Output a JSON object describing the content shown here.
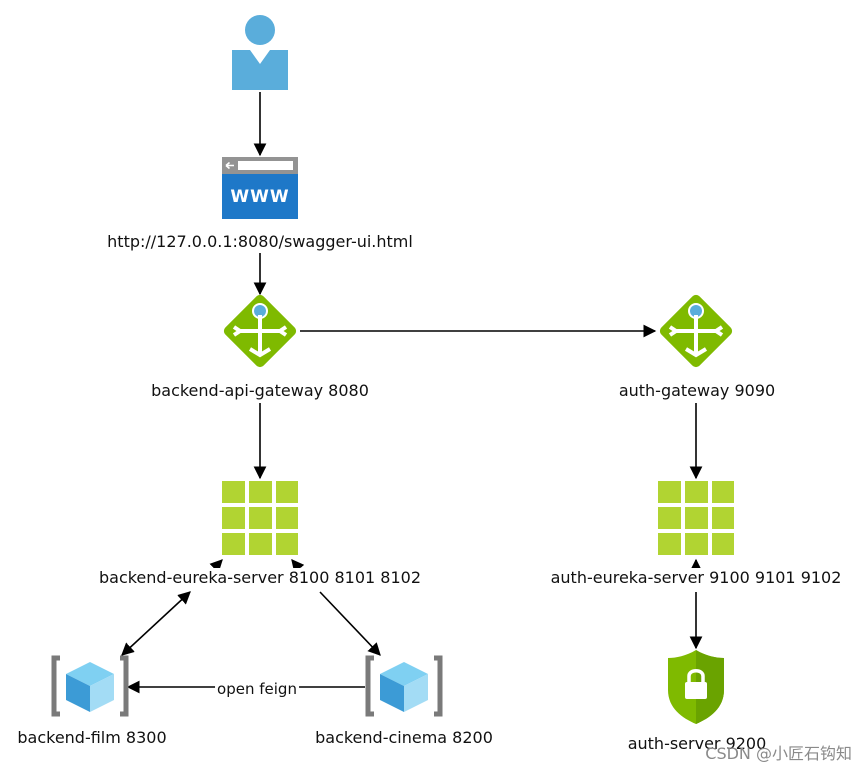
{
  "nodes": {
    "browser_url": "http://127.0.0.1:8080/swagger-ui.html",
    "browser_icon_text": "WWW",
    "backend_gateway": "backend-api-gateway 8080",
    "auth_gateway": "auth-gateway 9090",
    "backend_eureka": "backend-eureka-server 8100  8101  8102",
    "auth_eureka": "auth-eureka-server 9100  9101  9102",
    "backend_film": "backend-film 8300",
    "backend_cinema": "backend-cinema 8200",
    "auth_server": "auth-server 9200"
  },
  "edges": {
    "feign_label": "open feign"
  },
  "watermark": "CSDN @小匠石钩知",
  "icons": {
    "user": "user-icon",
    "browser": "browser-www-icon",
    "gateway": "api-gateway-icon",
    "registry": "grid-registry-icon",
    "service": "service-cube-icon",
    "auth": "shield-lock-icon"
  },
  "colors": {
    "user_blue": "#5aaddb",
    "browser_blue": "#1e78c8",
    "gateway_green": "#7fba00",
    "grid_green": "#b1d432",
    "cube_blue": "#55b4e6",
    "bracket_gray": "#7a7a7a",
    "shield_green": "#7fba00"
  }
}
